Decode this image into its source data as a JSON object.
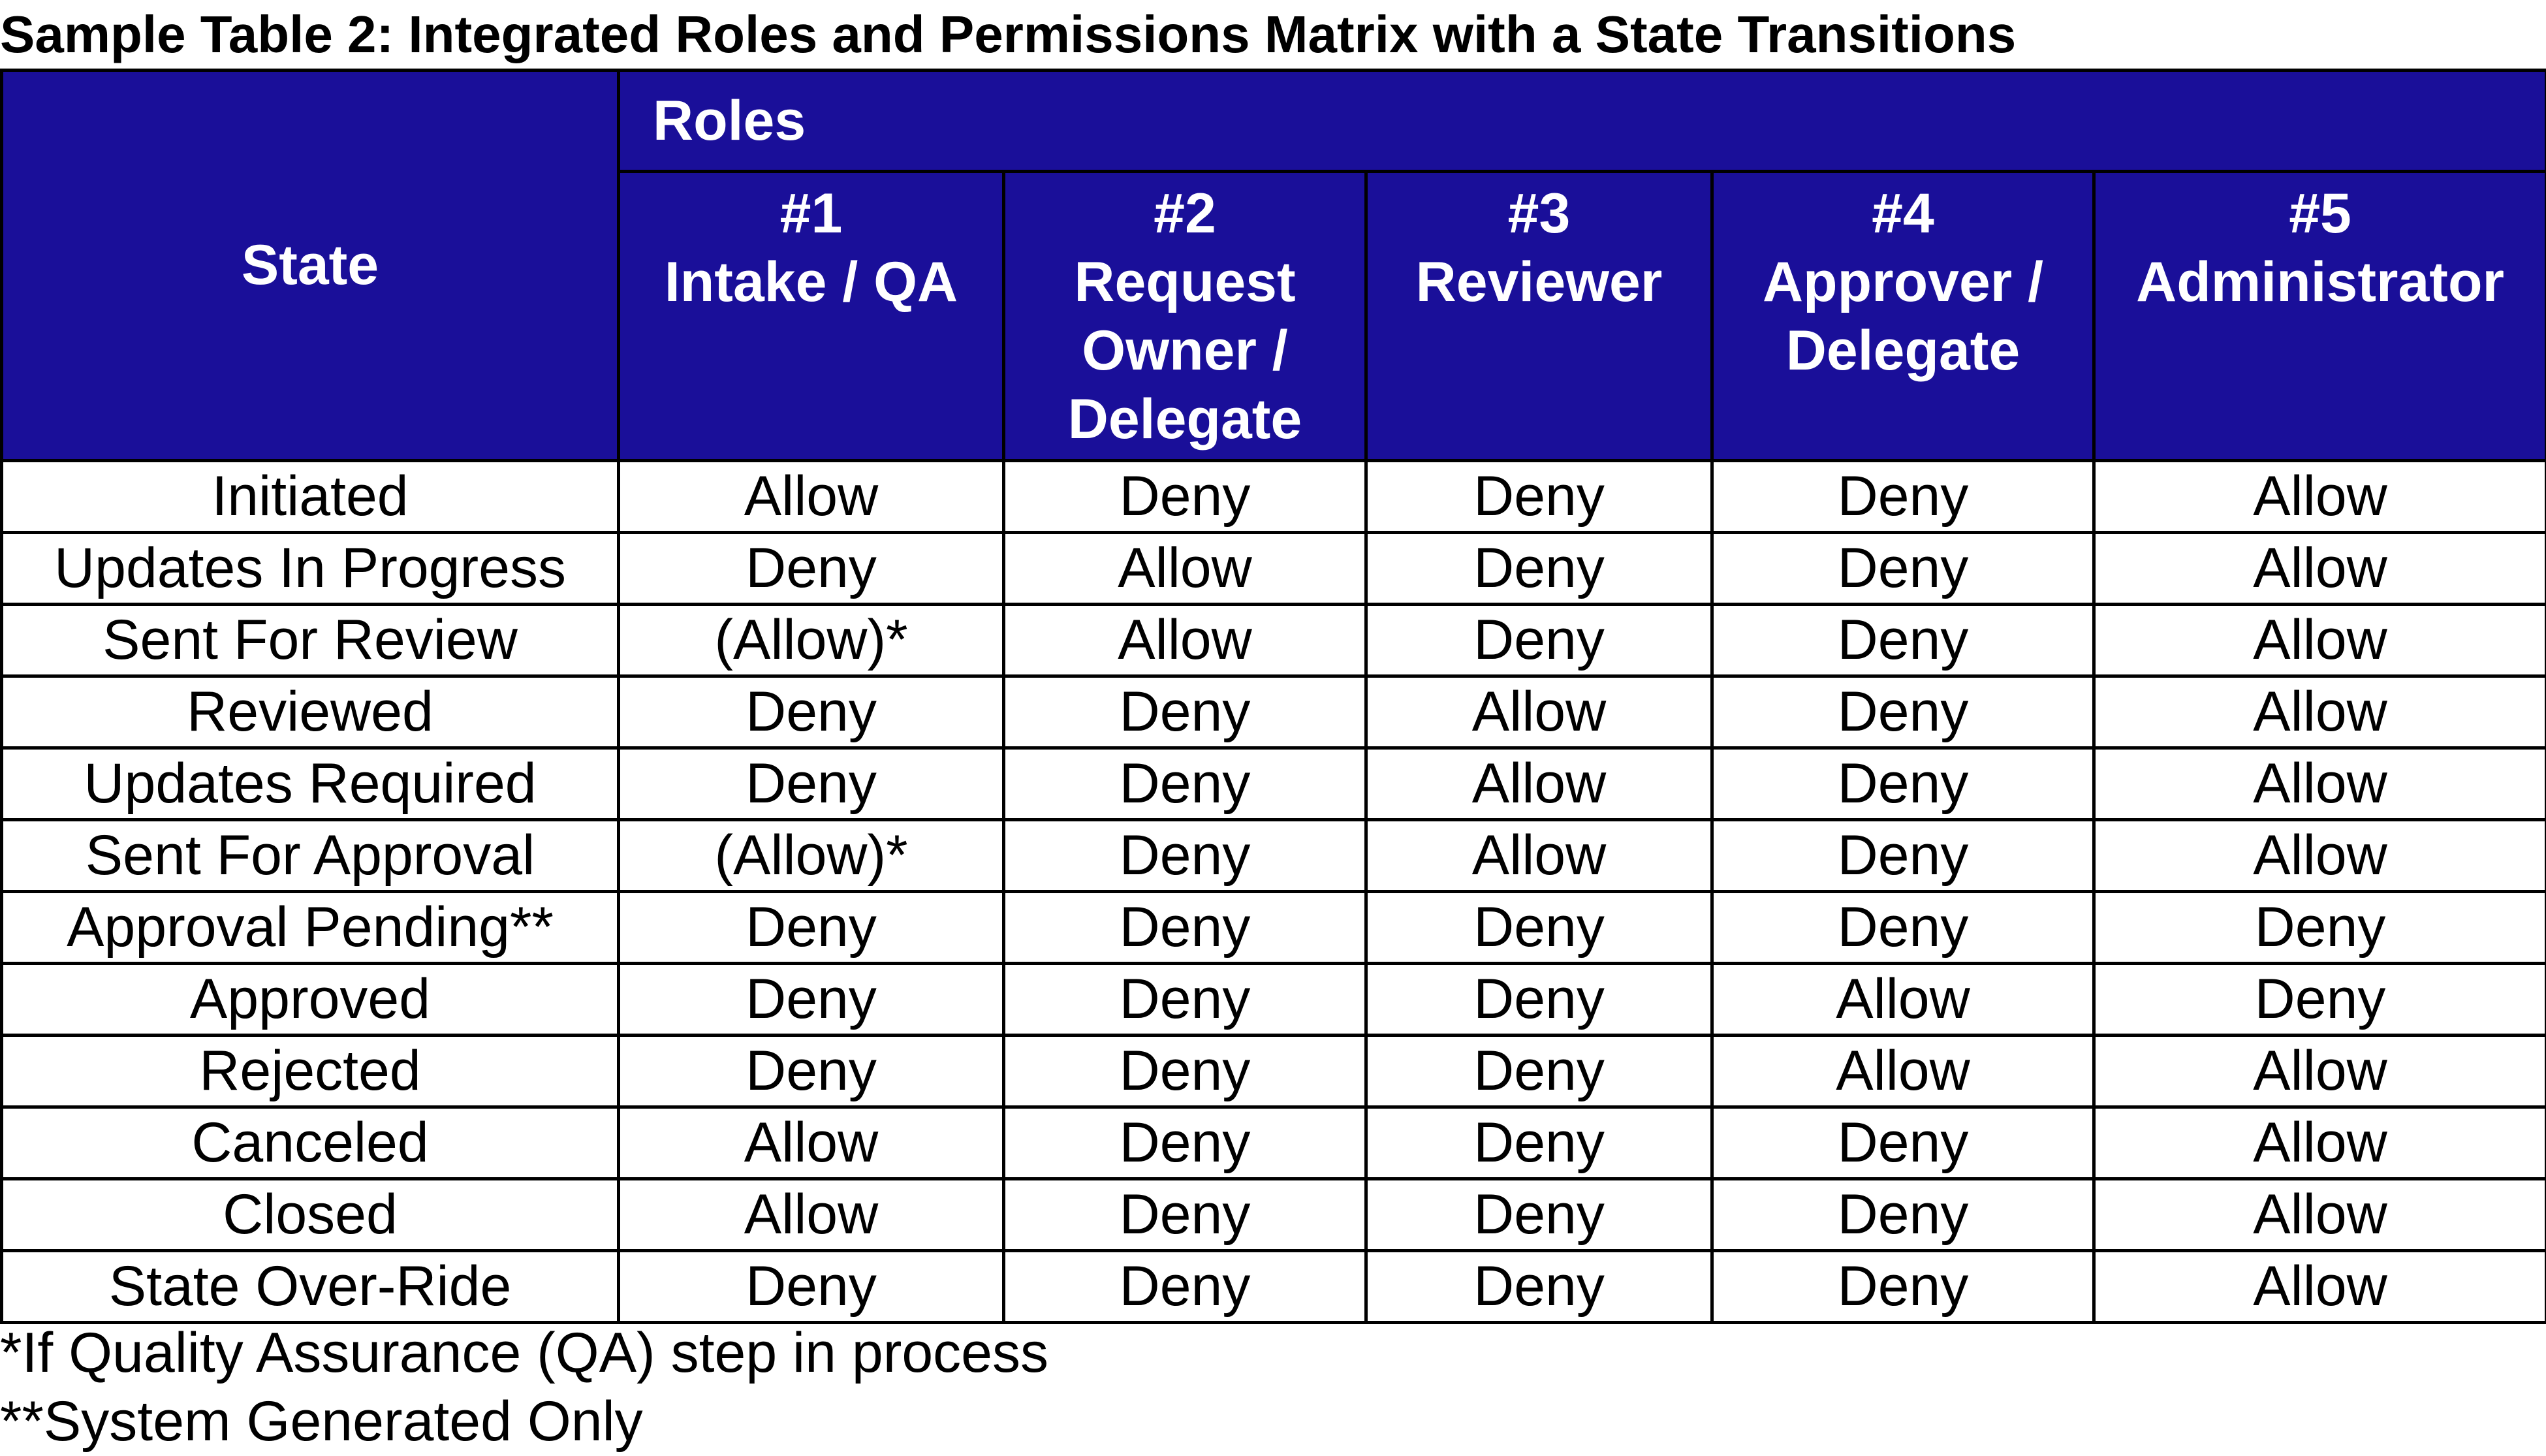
{
  "title": "Sample Table 2: Integrated Roles and Permissions Matrix with a State Transitions",
  "header": {
    "state_label": "State",
    "roles_label": "Roles",
    "roles": [
      {
        "number": "#1",
        "lines": [
          "Intake / QA"
        ]
      },
      {
        "number": "#2",
        "lines": [
          "Request",
          "Owner /",
          "Delegate"
        ]
      },
      {
        "number": "#3",
        "lines": [
          "Reviewer"
        ]
      },
      {
        "number": "#4",
        "lines": [
          "Approver /",
          "Delegate"
        ]
      },
      {
        "number": "#5",
        "lines": [
          "Administrator"
        ]
      }
    ]
  },
  "rows": [
    {
      "state": "Initiated",
      "values": [
        "Allow",
        "Deny",
        "Deny",
        "Deny",
        "Allow"
      ]
    },
    {
      "state": "Updates In Progress",
      "values": [
        "Deny",
        "Allow",
        "Deny",
        "Deny",
        "Allow"
      ]
    },
    {
      "state": "Sent For Review",
      "values": [
        "(Allow)*",
        "Allow",
        "Deny",
        "Deny",
        "Allow"
      ]
    },
    {
      "state": "Reviewed",
      "values": [
        "Deny",
        "Deny",
        "Allow",
        "Deny",
        "Allow"
      ]
    },
    {
      "state": "Updates Required",
      "values": [
        "Deny",
        "Deny",
        "Allow",
        "Deny",
        "Allow"
      ]
    },
    {
      "state": "Sent For Approval",
      "values": [
        "(Allow)*",
        "Deny",
        "Allow",
        "Deny",
        "Allow"
      ]
    },
    {
      "state": "Approval Pending**",
      "values": [
        "Deny",
        "Deny",
        "Deny",
        "Deny",
        "Deny"
      ]
    },
    {
      "state": "Approved",
      "values": [
        "Deny",
        "Deny",
        "Deny",
        "Allow",
        "Deny"
      ]
    },
    {
      "state": "Rejected",
      "values": [
        "Deny",
        "Deny",
        "Deny",
        "Allow",
        "Allow"
      ]
    },
    {
      "state": "Canceled",
      "values": [
        "Allow",
        "Deny",
        "Deny",
        "Deny",
        "Allow"
      ]
    },
    {
      "state": "Closed",
      "values": [
        "Allow",
        "Deny",
        "Deny",
        "Deny",
        "Allow"
      ]
    },
    {
      "state": "State Over-Ride",
      "values": [
        "Deny",
        "Deny",
        "Deny",
        "Deny",
        "Allow"
      ]
    }
  ],
  "footnotes": [
    "*If Quality Assurance (QA) step in process",
    "**System Generated Only"
  ],
  "colors": {
    "header_background": "#1a0f99",
    "header_text": "#ffffff",
    "border": "#000000"
  }
}
